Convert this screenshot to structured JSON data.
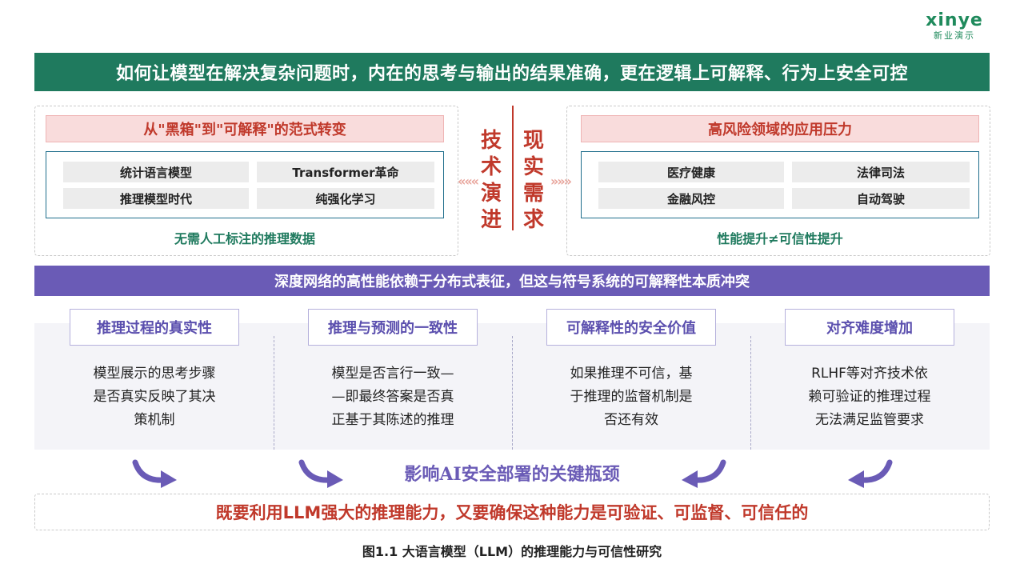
{
  "logo": {
    "word": "xinye",
    "sub": "新业演示"
  },
  "banner": "如何让模型在解决复杂问题时，内在的思考与输出的结果准确，更在逻辑上可解释、行为上安全可控",
  "left_panel": {
    "title": "从\"黑箱\"到\"可解释\"的范式转变",
    "cells": [
      "统计语言模型",
      "Transformer革命",
      "推理模型时代",
      "纯强化学习"
    ],
    "caption": "无需人工标注的推理数据"
  },
  "right_panel": {
    "title": "高风险领域的应用压力",
    "cells": [
      "医疗健康",
      "法律司法",
      "金融风控",
      "自动驾驶"
    ],
    "caption": "性能提升≠可信性提升"
  },
  "center": {
    "left_chars": [
      "技",
      "术",
      "演",
      "进"
    ],
    "right_chars": [
      "现",
      "实",
      "需",
      "求"
    ]
  },
  "purple_banner": "深度网络的高性能依赖于分布式表征，但这与符号系统的可解释性本质冲突",
  "cards": [
    {
      "title": "推理过程的真实性",
      "lines": [
        "模型展示的思考步骤",
        "是否真实反映了其决",
        "策机制"
      ]
    },
    {
      "title": "推理与预测的一致性",
      "lines": [
        "模型是否言行一致—",
        "—即最终答案是否真",
        "正基于其陈述的推理"
      ]
    },
    {
      "title": "可解释性的安全价值",
      "lines": [
        "如果推理不可信，基",
        "于推理的监督机制是",
        "否还有效"
      ]
    },
    {
      "title": "对齐难度增加",
      "lines": [
        "RLHF等对齐技术依",
        "赖可验证的推理过程",
        "无法满足监管要求"
      ]
    }
  ],
  "bottleneck": "影响AI安全部署的关键瓶颈",
  "conclusion": "既要利用LLM强大的推理能力，又要确保这种能力是可验证、可监督、可信任的",
  "figure_caption": "图1.1 大语言模型（LLM）的推理能力与可信性研究",
  "colors": {
    "green": "#1f7a5e",
    "red": "#c0392b",
    "purple": "#6a5bb6",
    "pink": "#f9dcdc",
    "blue_border": "#1f6e8c"
  }
}
